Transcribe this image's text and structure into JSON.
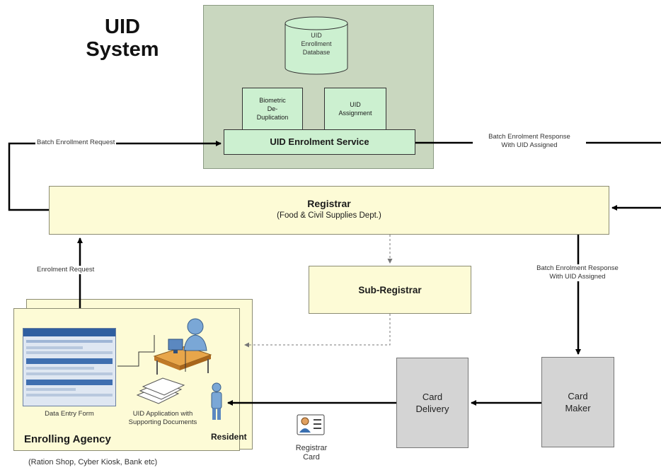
{
  "system_title": {
    "line1": "UID",
    "line2": "System"
  },
  "database": {
    "line1": "UID",
    "line2": "Enrollment",
    "line3": "Database"
  },
  "biometric": {
    "line1": "Biometric",
    "line2": "De-",
    "line3": "Duplication"
  },
  "assignment": {
    "line1": "UID",
    "line2": "Assignment"
  },
  "enrolment_service": "UID Enrolment Service",
  "batch_request_label": "Batch  Enrollment Request",
  "batch_response_top": {
    "line1": "Batch Enrolment Response",
    "line2": "With UID Assigned"
  },
  "registrar": {
    "title": "Registrar",
    "subtitle": "(Food & Civil Supplies Dept.)"
  },
  "sub_registrar": "Sub-Registrar",
  "enrolment_request_label": "Enrolment Request",
  "batch_response_right": {
    "line1": "Batch Enrolment Response",
    "line2": "With UID Assigned"
  },
  "card_maker": {
    "line1": "Card",
    "line2": "Maker"
  },
  "card_delivery": {
    "line1": "Card",
    "line2": "Delivery"
  },
  "registrar_card": {
    "line1": "Registrar",
    "line2": "Card"
  },
  "enrolling_agency": {
    "title": "Enrolling Agency",
    "subtitle": "(Ration Shop, Cyber Kiosk, Bank etc)",
    "data_entry_form": "Data Entry Form",
    "uid_application": {
      "line1": "UID Application with",
      "line2": "Supporting Documents"
    },
    "resident": "Resident"
  },
  "colors": {
    "uid_panel": "#c9d7bf",
    "green_box": "#ccf0d0",
    "yellow_box": "#fdfbd6",
    "gray_box": "#d4d4d4"
  }
}
